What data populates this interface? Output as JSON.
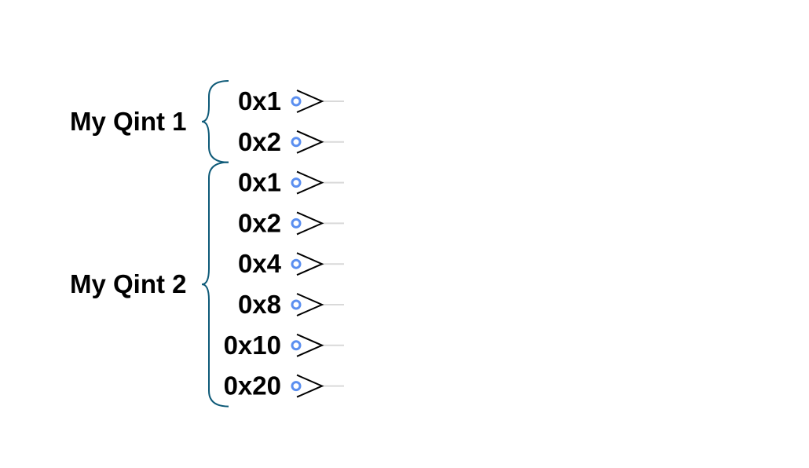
{
  "colors": {
    "brace": "#0e5a78",
    "port": "#5b8ff0",
    "arrow": "#000000",
    "wire": "#d9d9d9"
  },
  "registers": [
    {
      "name": "My Qint 1",
      "bits": [
        "0x1",
        "0x2"
      ]
    },
    {
      "name": "My Qint 2",
      "bits": [
        "0x1",
        "0x2",
        "0x4",
        "0x8",
        "0x10",
        "0x20"
      ]
    }
  ]
}
